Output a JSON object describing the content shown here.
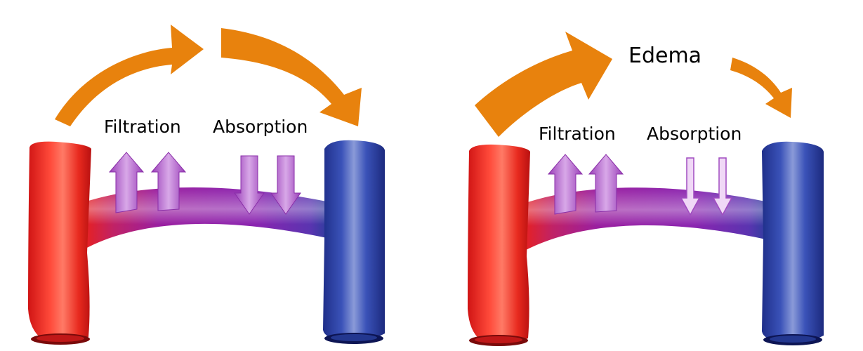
{
  "colors": {
    "arterial": "#e8211f",
    "venous": "#2a3f9c",
    "capillary": "#8a1fa6",
    "flow_arrow": "#e8820d",
    "exchange_arrow": "#a14fc0",
    "background": "#ffffff"
  },
  "panels": [
    {
      "filtration_label": "Filtration",
      "absorption_label": "Absorption"
    },
    {
      "edema_label": "Edema",
      "filtration_label": "Filtration",
      "absorption_label": "Absorption"
    }
  ]
}
